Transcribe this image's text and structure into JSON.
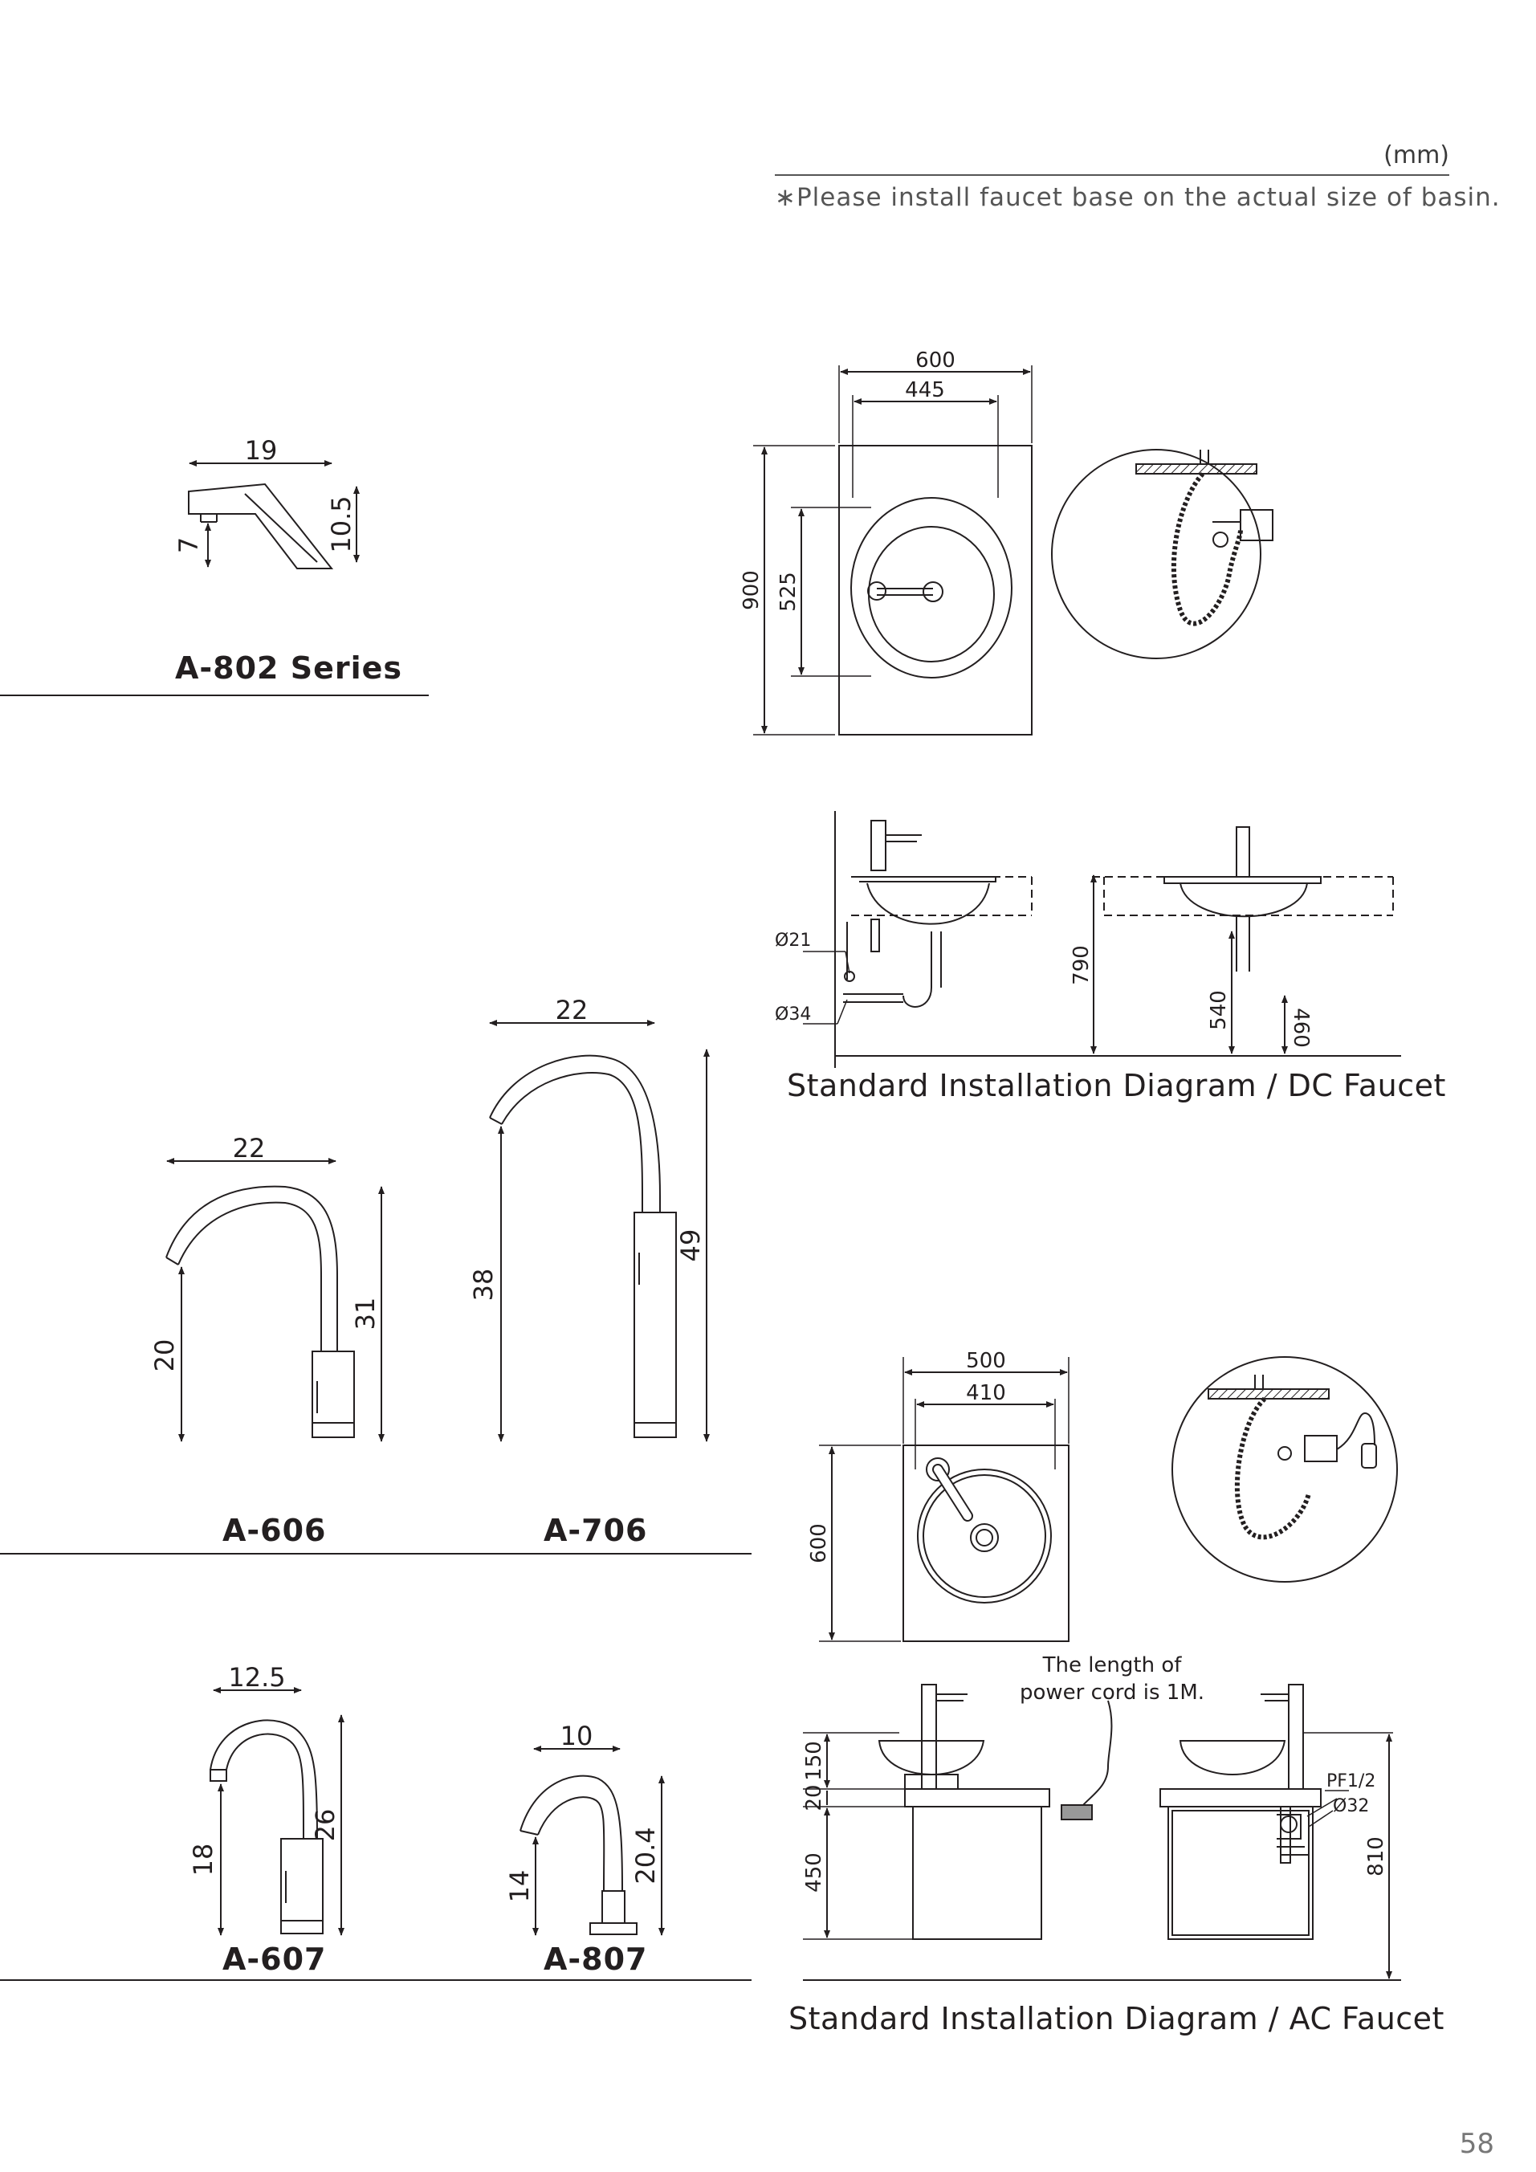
{
  "header": {
    "unit": "(mm)",
    "note": "∗Please install faucet base on the actual size of basin."
  },
  "models": {
    "a802": {
      "name": "A-802 Series",
      "dims": [
        "19",
        "10.5",
        "7"
      ]
    },
    "a606": {
      "name": "A-606",
      "dims": [
        "22",
        "31",
        "20"
      ]
    },
    "a706": {
      "name": "A-706",
      "dims": [
        "22",
        "49",
        "38"
      ]
    },
    "a607": {
      "name": "A-607",
      "dims": [
        "12.5",
        "26",
        "18"
      ]
    },
    "a807": {
      "name": "A-807",
      "dims": [
        "10",
        "20.4",
        "14"
      ]
    }
  },
  "dc": {
    "title": "Standard Installation Diagram / DC Faucet",
    "top_dims": [
      "600",
      "445",
      "900",
      "525"
    ],
    "side_dims": [
      "Ø21",
      "Ø34",
      "790",
      "540",
      "460"
    ]
  },
  "ac": {
    "title": "Standard Installation Diagram / AC Faucet",
    "top_dims": [
      "500",
      "410",
      "600"
    ],
    "side_dims": [
      "150",
      "20",
      "450",
      "PF1/2",
      "Ø32",
      "810"
    ],
    "cord_note_1": "The length of",
    "cord_note_2": "power cord is 1M."
  },
  "page_number": "58"
}
